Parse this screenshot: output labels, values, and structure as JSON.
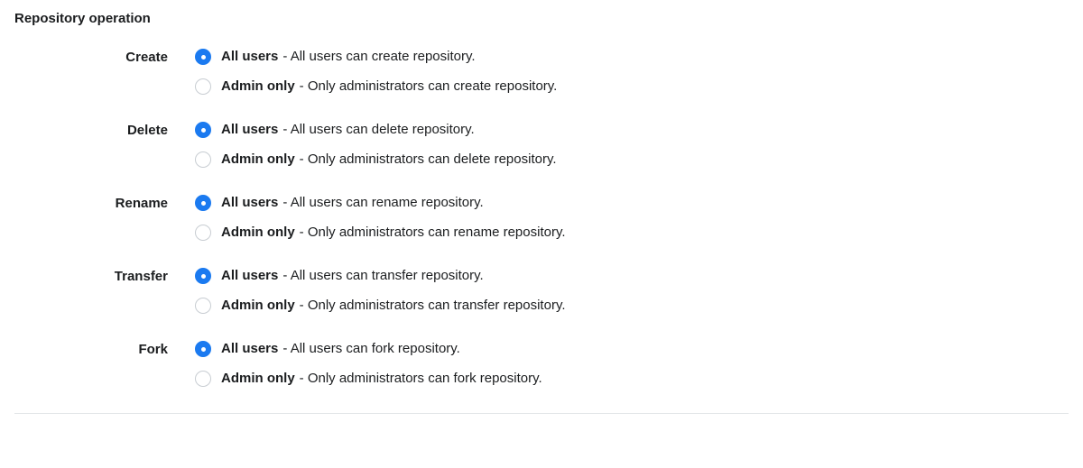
{
  "colors": {
    "accent": "#1b7af0",
    "text": "#1b1d1f",
    "divider": "#e2e5e8"
  },
  "section": {
    "title": "Repository operation",
    "groups": [
      {
        "label": "Create",
        "options": [
          {
            "name": "All users",
            "description": "- All users can create repository.",
            "selected": true
          },
          {
            "name": "Admin only",
            "description": "- Only administrators can create repository.",
            "selected": false
          }
        ]
      },
      {
        "label": "Delete",
        "options": [
          {
            "name": "All users",
            "description": "- All users can delete repository.",
            "selected": true
          },
          {
            "name": "Admin only",
            "description": "- Only administrators can delete repository.",
            "selected": false
          }
        ]
      },
      {
        "label": "Rename",
        "options": [
          {
            "name": "All users",
            "description": "- All users can rename repository.",
            "selected": true
          },
          {
            "name": "Admin only",
            "description": "- Only administrators can rename repository.",
            "selected": false
          }
        ]
      },
      {
        "label": "Transfer",
        "options": [
          {
            "name": "All users",
            "description": "- All users can transfer repository.",
            "selected": true
          },
          {
            "name": "Admin only",
            "description": "- Only administrators can transfer repository.",
            "selected": false
          }
        ]
      },
      {
        "label": "Fork",
        "options": [
          {
            "name": "All users",
            "description": "- All users can fork repository.",
            "selected": true
          },
          {
            "name": "Admin only",
            "description": "- Only administrators can fork repository.",
            "selected": false
          }
        ]
      }
    ]
  }
}
